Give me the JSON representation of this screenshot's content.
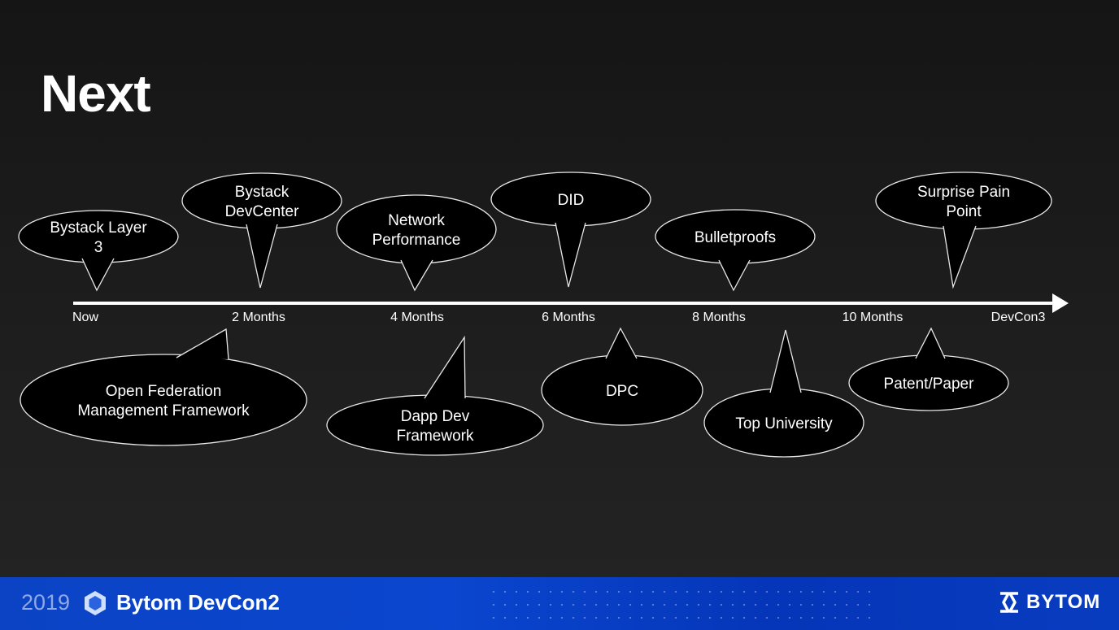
{
  "slide": {
    "title": "Next"
  },
  "timeline": {
    "ticks": [
      "Now",
      "2 Months",
      "4 Months",
      "6 Months",
      "8 Months",
      "10 Months",
      "DevCon3"
    ],
    "above": [
      {
        "lines": [
          "Bystack Layer",
          "3"
        ]
      },
      {
        "lines": [
          "Bystack",
          "DevCenter"
        ]
      },
      {
        "lines": [
          "Network",
          "Performance"
        ]
      },
      {
        "lines": [
          "DID"
        ]
      },
      {
        "lines": [
          "Bulletproofs"
        ]
      },
      {
        "lines": [
          "Surprise Pain",
          "Point"
        ]
      }
    ],
    "below": [
      {
        "lines": [
          "Open Federation",
          "Management Framework"
        ]
      },
      {
        "lines": [
          "Dapp Dev",
          "Framework"
        ]
      },
      {
        "lines": [
          "DPC"
        ]
      },
      {
        "lines": [
          "Top University"
        ]
      },
      {
        "lines": [
          "Patent/Paper"
        ]
      }
    ]
  },
  "footer": {
    "year": "2019",
    "event": "Bytom DevCon2",
    "logo_text": "BYTOM",
    "accent": "#0a46cf"
  }
}
